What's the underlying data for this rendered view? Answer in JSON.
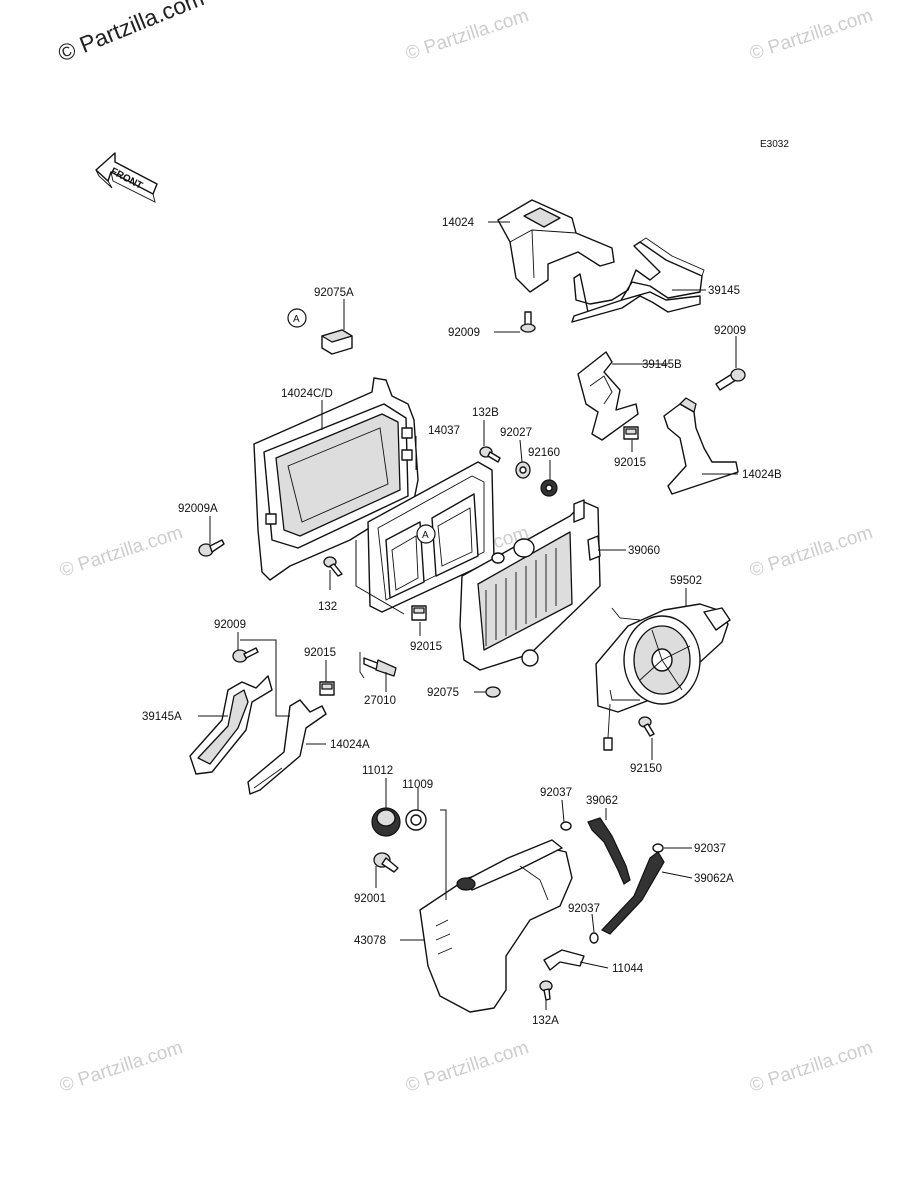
{
  "watermarks": {
    "top_left": "© Partzilla.com",
    "repeat": "© Partzilla.com"
  },
  "diagram_code": "E3032",
  "front_marker": "FRONT",
  "callout_letter": "A",
  "labels": {
    "p14024": "14024",
    "p39145": "39145",
    "p92075A": "92075A",
    "p92009_top": "92009",
    "p92009_right": "92009",
    "p39145B": "39145B",
    "p14024CD": "14024C/D",
    "p132B": "132B",
    "p14037": "14037",
    "p92027": "92027",
    "p92160": "92160",
    "p92015_right": "92015",
    "p14024B": "14024B",
    "p92009A": "92009A",
    "p39060": "39060",
    "p132": "132",
    "p92015_mid": "92015",
    "p59502": "59502",
    "p92009_left": "92009",
    "p92015_left": "92015",
    "p27010": "27010",
    "p92075": "92075",
    "p39145A": "39145A",
    "p14024A": "14024A",
    "p92150": "92150",
    "p11012": "11012",
    "p11009": "11009",
    "p39062": "39062",
    "p92037_a": "92037",
    "p92037_b": "92037",
    "p39062A": "39062A",
    "p92001": "92001",
    "p92037_c": "92037",
    "p43078": "43078",
    "p11044": "11044",
    "p132A": "132A"
  }
}
